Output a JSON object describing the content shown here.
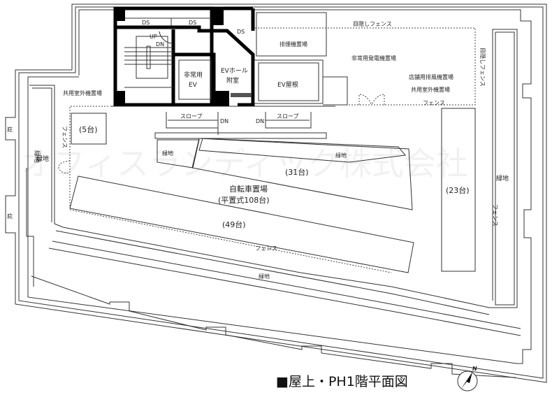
{
  "title": "■屋上・PH1階平面図",
  "watermark": "オフィスランディック株式会社",
  "compass_label": "N",
  "labels": {
    "ds1": "DS",
    "ds2": "DS",
    "ds3": "DS",
    "up": "UP",
    "dn_stair": "DN",
    "emergency_ev_1": "非常用",
    "emergency_ev_2": "EV",
    "ev_hall_1": "EVホール",
    "ev_hall_2": "附室",
    "ev_roof": "EV屋根",
    "smoke_exhaust": "排煙機置場",
    "generator": "非常用発電機置場",
    "store_exhaust": "店舗用排風機置場",
    "shared_outdoor_right": "共用室外機置場",
    "shared_outdoor_left": "共用室外機置場",
    "screen_fence_top": "目隠しフェンス",
    "screen_fence_right": "目隠しフェンス",
    "fence_top": "フェンス",
    "fence_left": "フェンス",
    "fence_right": "フェンス",
    "fence_bottom": "フェンス",
    "slope_left": "スロープ",
    "slope_right": "スロープ",
    "dn_left": "DN",
    "dn_right": "DN",
    "bike_5": "(5台)",
    "bike_31": "(31台)",
    "bike_23": "(23台)",
    "bike_49": "(49台)",
    "bike_main_1": "自転車置場",
    "bike_main_2": "(平置式108台)",
    "green_left": "緑地",
    "green_right": "緑地",
    "green_center": "緑地",
    "green_top": "緑地",
    "green_bottom": "緑地",
    "eave_1": "庇",
    "eave_2": "庇"
  }
}
